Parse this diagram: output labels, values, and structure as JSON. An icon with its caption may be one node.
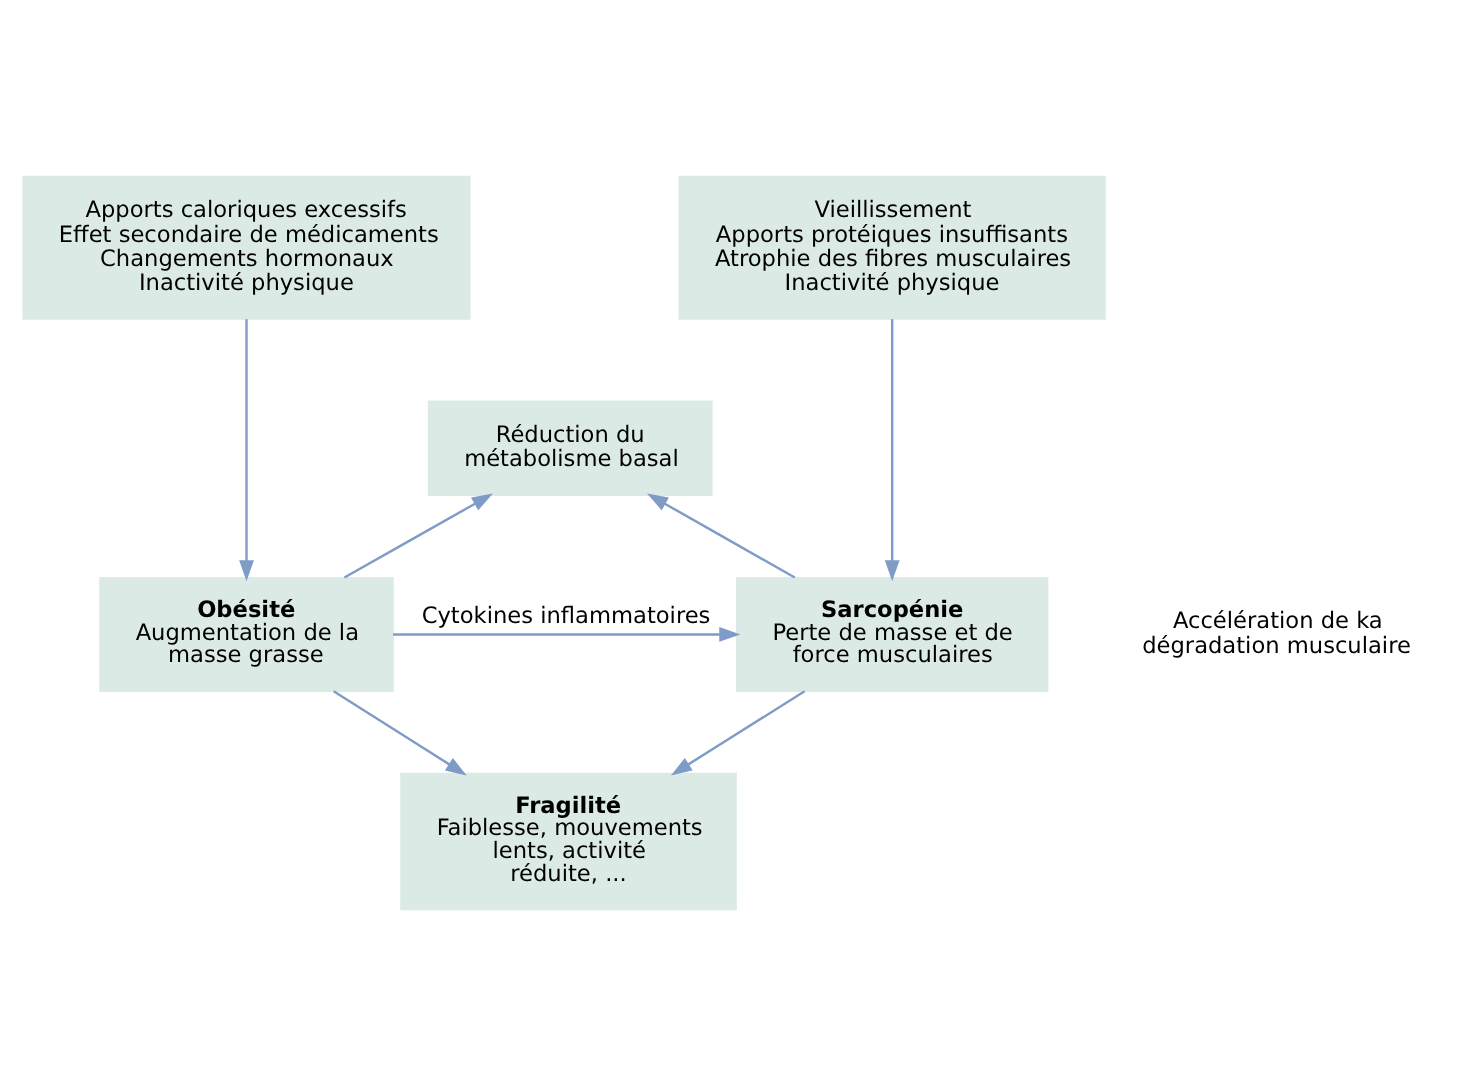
{
  "diagram": {
    "nodes": [
      {
        "text": [
          "Vieillissement",
          "Apports protéiques insuffisants",
          "Atrophie des fibres musculaires",
          "Inactivité physique"
        ]
      },
      {
        "text": [
          "Apports caloriques excessifs",
          "Effet secondaire de médicaments",
          "Changements hormonaux",
          "Inactivité physique"
        ]
      },
      {
        "text": [
          "Réduction du métabolisme basal"
        ]
      },
      {
        "text": [
          "Sarcopénie",
          "Perte de masse et de force musculaires"
        ]
      },
      {
        "text": [
          "Obésité",
          "Augmentation de la masse grasse"
        ]
      },
      {
        "text": [
          "Fragilité",
          "Faiblesse, mouvements lents, activité réduite, ..."
        ]
      }
    ],
    "edges": [
      {
        "from": 0,
        "to": 3,
        "arrow": "to"
      },
      {
        "from": 1,
        "to": 4,
        "arrow": "to"
      },
      {
        "from": 3,
        "to": 2,
        "arrow": "to"
      },
      {
        "from": 4,
        "to": 2,
        "arrow": "to"
      },
      {
        "from": 4,
        "to": 3,
        "arrow": "to",
        "label": "Cytokines inflammatoires"
      },
      {
        "from": 3,
        "to": 5,
        "arrow": "to"
      },
      {
        "from": 4,
        "to": 5,
        "arrow": "to"
      }
    ],
    "labels": [
      "Accélération de ka dégradation musculaire"
    ]
  }
}
